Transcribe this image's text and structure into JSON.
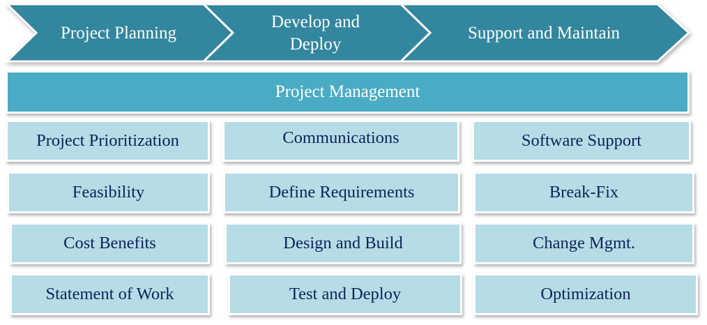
{
  "colors": {
    "phase": "#32869e",
    "management": "#4aabc4",
    "task": "#b6dce6",
    "task_text": "#0d2358"
  },
  "phases": [
    "Project Planning",
    "Develop and Deploy",
    "Support and Maintain"
  ],
  "management": "Project Management",
  "columns": [
    [
      "Project Prioritization",
      "Feasibility",
      "Cost Benefits",
      "Statement of Work"
    ],
    [
      "Communications",
      "Define Requirements",
      "Design and Build",
      "Test and Deploy"
    ],
    [
      "Software Support",
      "Break-Fix",
      "Change Mgmt.",
      "Optimization"
    ]
  ]
}
